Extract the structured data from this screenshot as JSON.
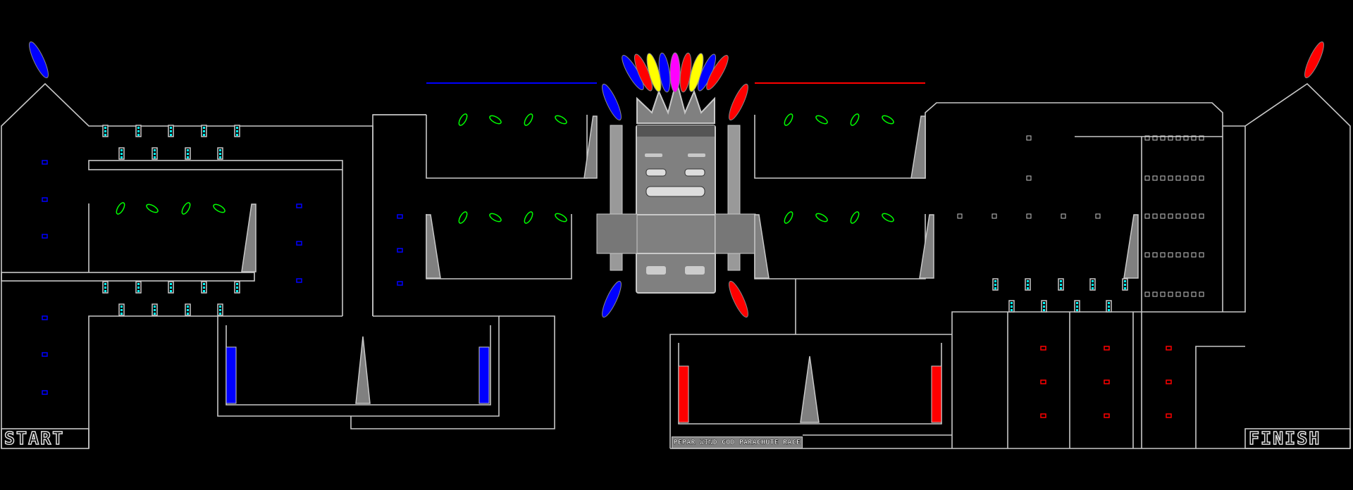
{
  "level": {
    "start_label": "START",
    "finish_label": "FINISH",
    "title": "PEPAR WIND GOD PARACHUTE RACE"
  },
  "colors": {
    "background": "#000000",
    "wall": "#c8c8c8",
    "team_blue": "#0000ff",
    "team_red": "#ff0000",
    "gem": "#00ffff",
    "leaf": "#00ff00",
    "totem": "#808080"
  },
  "icons": [
    "feather-icon",
    "gem-icon",
    "leaf-icon",
    "ramp-icon",
    "block-icon",
    "totem-icon"
  ]
}
